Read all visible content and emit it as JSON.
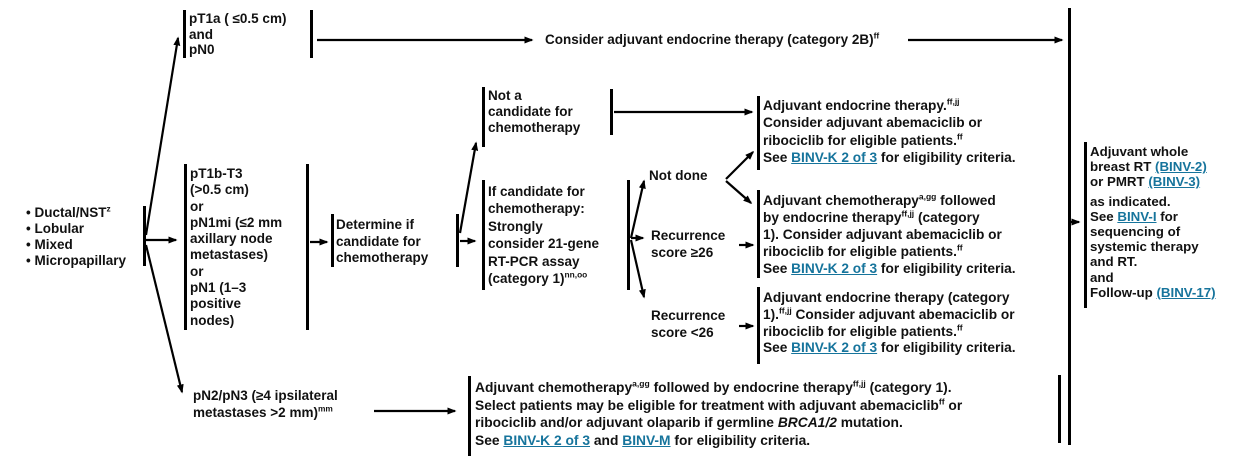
{
  "palette": {
    "text": "#111111",
    "link": "#16749c",
    "line": "#000000",
    "background": "#ffffff"
  },
  "nodes": {
    "histology": {
      "lines": [
        [
          {
            "t": "• Ductal/NST"
          },
          {
            "t": "z",
            "k": "sup"
          }
        ],
        [
          {
            "t": "• Lobular"
          }
        ],
        [
          {
            "t": "• Mixed"
          }
        ],
        [
          {
            "t": "• Micropapillary"
          }
        ]
      ]
    },
    "pt1a": {
      "lines": [
        [
          {
            "t": "pT1a ( ≤0.5 cm)"
          }
        ],
        [
          {
            "t": "and"
          }
        ],
        [
          {
            "t": "pN0"
          }
        ]
      ]
    },
    "top_path": {
      "lines": [
        [
          {
            "t": "Consider adjuvant endocrine therapy (category 2B)"
          },
          {
            "t": "ff",
            "k": "sup"
          }
        ]
      ]
    },
    "pt1b": {
      "lines": [
        [
          {
            "t": "pT1b-T3"
          }
        ],
        [
          {
            "t": "(>0.5 cm)"
          }
        ],
        [
          {
            "t": "or"
          }
        ],
        [
          {
            "t": "pN1mi (≤2 mm"
          }
        ],
        [
          {
            "t": "axillary node"
          }
        ],
        [
          {
            "t": "metastases)"
          }
        ],
        [
          {
            "t": "or"
          }
        ],
        [
          {
            "t": "pN1 (1–3"
          }
        ],
        [
          {
            "t": "positive"
          }
        ],
        [
          {
            "t": "nodes)"
          }
        ]
      ]
    },
    "determine": {
      "lines": [
        [
          {
            "t": "Determine if"
          }
        ],
        [
          {
            "t": "candidate for"
          }
        ],
        [
          {
            "t": "chemotherapy"
          }
        ]
      ]
    },
    "not_candidate": {
      "lines": [
        [
          {
            "t": "Not a"
          }
        ],
        [
          {
            "t": "candidate for"
          }
        ],
        [
          {
            "t": "chemotherapy"
          }
        ]
      ]
    },
    "if_candidate": {
      "lines": [
        [
          {
            "t": "If candidate for"
          }
        ],
        [
          {
            "t": "chemotherapy:"
          }
        ],
        [
          {
            "t": "Strongly"
          }
        ],
        [
          {
            "t": "consider 21-gene"
          }
        ],
        [
          {
            "t": "RT-PCR assay"
          }
        ],
        [
          {
            "t": "(category 1)"
          },
          {
            "t": "nn,oo",
            "k": "sup"
          }
        ]
      ]
    },
    "not_done": {
      "lines": [
        [
          {
            "t": "Not done"
          }
        ]
      ]
    },
    "rs_ge26": {
      "lines": [
        [
          {
            "t": "Recurrence"
          }
        ],
        [
          {
            "t": "score ≥26"
          }
        ]
      ]
    },
    "rs_lt26": {
      "lines": [
        [
          {
            "t": "Recurrence"
          }
        ],
        [
          {
            "t": "score <26"
          }
        ]
      ]
    },
    "box_endocrine": {
      "lines": [
        [
          {
            "t": "Adjuvant endocrine therapy."
          },
          {
            "t": "ff,jj",
            "k": "sup"
          }
        ],
        [
          {
            "t": "Consider adjuvant abemaciclib or"
          }
        ],
        [
          {
            "t": "ribociclib for eligible patients."
          },
          {
            "t": "ff",
            "k": "sup"
          }
        ],
        [
          {
            "t": "See "
          },
          {
            "t": "BINV-K 2 of 3",
            "k": "a"
          },
          {
            "t": " for eligibility criteria."
          }
        ]
      ]
    },
    "box_chemo_endocrine": {
      "lines": [
        [
          {
            "t": "Adjuvant chemotherapy"
          },
          {
            "t": "a,gg",
            "k": "sup"
          },
          {
            "t": " followed"
          }
        ],
        [
          {
            "t": "by endocrine therapy"
          },
          {
            "t": "ff,jj",
            "k": "sup"
          },
          {
            "t": " (category"
          }
        ],
        [
          {
            "t": "1). Consider adjuvant abemaciclib or"
          }
        ],
        [
          {
            "t": "ribociclib for eligible patients."
          },
          {
            "t": "ff",
            "k": "sup"
          }
        ],
        [
          {
            "t": "See "
          },
          {
            "t": "BINV-K 2 of 3",
            "k": "a"
          },
          {
            "t": " for eligibility criteria."
          }
        ]
      ]
    },
    "box_endocrine_cat1": {
      "lines": [
        [
          {
            "t": "Adjuvant endocrine therapy (category"
          }
        ],
        [
          {
            "t": "1)."
          },
          {
            "t": "ff,jj",
            "k": "sup"
          },
          {
            "t": " Consider adjuvant abemaciclib or"
          }
        ],
        [
          {
            "t": "ribociclib for eligible patients."
          },
          {
            "t": "ff",
            "k": "sup"
          }
        ],
        [
          {
            "t": "See "
          },
          {
            "t": "BINV-K 2 of 3",
            "k": "a"
          },
          {
            "t": " for eligibility criteria."
          }
        ]
      ]
    },
    "pn2pn3": {
      "lines": [
        [
          {
            "t": "pN2/pN3 (≥4 ipsilateral"
          }
        ],
        [
          {
            "t": "metastases >2 mm)"
          },
          {
            "t": "mm",
            "k": "sup"
          }
        ]
      ]
    },
    "bottom_box": {
      "lines": [
        [
          {
            "t": "Adjuvant chemotherapy"
          },
          {
            "t": "a,gg",
            "k": "sup"
          },
          {
            "t": " followed by endocrine therapy"
          },
          {
            "t": "ff,jj",
            "k": "sup"
          },
          {
            "t": " (category 1)."
          }
        ],
        [
          {
            "t": "Select patients may be eligible for treatment with adjuvant abemaciclib"
          },
          {
            "t": "ff",
            "k": "sup"
          },
          {
            "t": " or"
          }
        ],
        [
          {
            "t": "ribociclib and/or adjuvant olaparib if germline "
          },
          {
            "t": "BRCA1/2",
            "k": "i"
          },
          {
            "t": " mutation."
          }
        ],
        [
          {
            "t": "See "
          },
          {
            "t": "BINV-K 2 of 3",
            "k": "a"
          },
          {
            "t": " and "
          },
          {
            "t": "BINV-M",
            "k": "a"
          },
          {
            "t": " for eligibility criteria."
          }
        ]
      ]
    },
    "final_box": {
      "lines": [
        [
          {
            "t": "Adjuvant whole"
          }
        ],
        [
          {
            "t": "breast RT "
          },
          {
            "t": "(BINV-2)",
            "k": "a"
          }
        ],
        [
          {
            "t": "or PMRT "
          },
          {
            "t": "(BINV-3)",
            "k": "a"
          }
        ],
        [
          {
            "t": "as indicated."
          }
        ],
        [
          {
            "t": "See "
          },
          {
            "t": "BINV-I",
            "k": "a"
          },
          {
            "t": " for"
          }
        ],
        [
          {
            "t": "sequencing of"
          }
        ],
        [
          {
            "t": "systemic therapy"
          }
        ],
        [
          {
            "t": "and RT."
          }
        ],
        [
          {
            "t": "and"
          }
        ],
        [
          {
            "t": "Follow-up "
          },
          {
            "t": "(BINV-17)",
            "k": "a"
          }
        ]
      ]
    }
  }
}
